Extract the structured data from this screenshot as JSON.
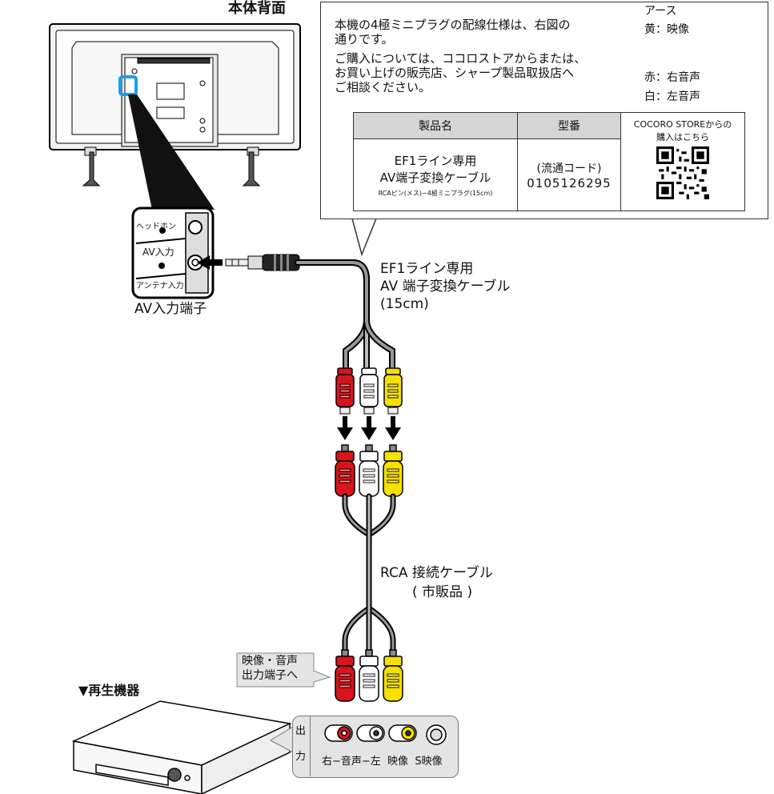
{
  "tv": {
    "title": "本体背面"
  },
  "av_port": {
    "labels": [
      "ヘッドホン",
      "AV入力",
      "アンテナ入力"
    ],
    "caption": "AV入力端子"
  },
  "callout": {
    "line1": "本機の4極ミニプラグの配線仕様は、右図の",
    "line2": "通りです。",
    "line3": "ご購入については、ココロストアからまたは、",
    "line4": "お買い上げの販売店、シャープ製品取扱店へ",
    "line5": "ご相談ください。",
    "plug_labels": {
      "earth": "アース",
      "video": "黄：映像",
      "right": "赤：右音声",
      "left": "白：左音声"
    }
  },
  "spec_table": {
    "header_name": "製品名",
    "header_model": "型番",
    "header_store_1": "COCORO STOREからの",
    "header_store_2": "購入はこちら",
    "product_1": "EF1ライン専用",
    "product_2": "AV端子変換ケーブル",
    "product_note": "RCAピン(メス)−4極ミニプラグ(15cm)",
    "model_1": "(流通コード)",
    "model_2": "0105126295"
  },
  "cable1": {
    "line1": "EF1ライン専用",
    "line2": "AV 端子変換ケーブル",
    "line3": "(15cm)"
  },
  "cable2": {
    "line1": "RCA 接続ケーブル",
    "line2": "( 市販品 )"
  },
  "output_note": {
    "line1": "映像・音声",
    "line2": "出力端子へ"
  },
  "player": {
    "title": "▼再生機器"
  },
  "output_panel": {
    "side_1": "出",
    "side_2": "力",
    "labels": "右−音声−左  映像  S映像"
  },
  "colors": {
    "red": "#d8141c",
    "white": "#ffffff",
    "yellow": "#f5e000",
    "blue_marker": "#1aa0e6",
    "gray_panel": "#e4e4e4"
  }
}
